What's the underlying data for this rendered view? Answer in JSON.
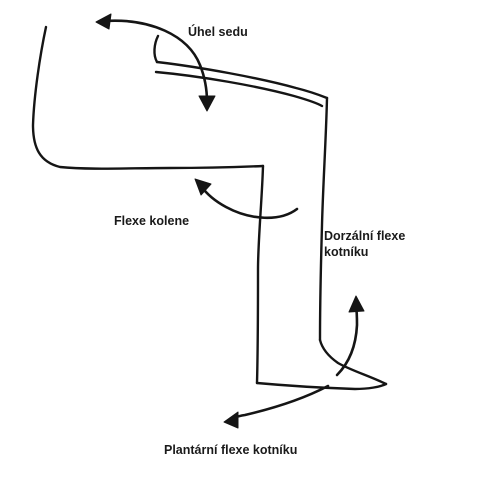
{
  "colors": {
    "ink": "#151515",
    "background": "#ffffff"
  },
  "labels": {
    "sit_angle": "Úhel sedu",
    "knee_flexion": "Flexe kolene",
    "ankle_dorsiflexion_line1": "Dorzální flexe",
    "ankle_dorsiflexion_line2": "kotníku",
    "ankle_plantarflexion": "Plantární flexe kotníku"
  }
}
